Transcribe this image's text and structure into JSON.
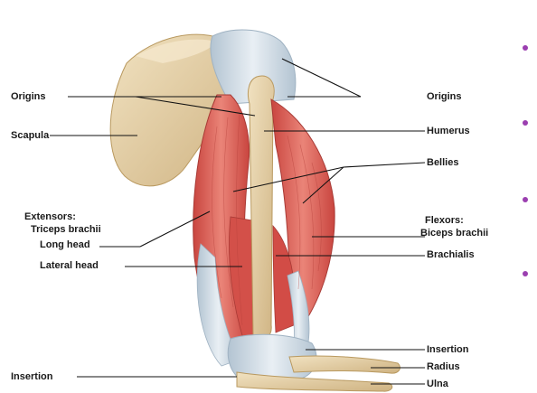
{
  "labels": {
    "origins_left": "Origins",
    "scapula": "Scapula",
    "extensors": "Extensors:",
    "triceps_brachii": "Triceps brachii",
    "long_head": "Long head",
    "lateral_head": "Lateral head",
    "insertion_left": "Insertion",
    "origins_right": "Origins",
    "humerus": "Humerus",
    "bellies": "Bellies",
    "flexors": "Flexors:",
    "biceps_brachii": "Biceps brachii",
    "brachialis": "Brachialis",
    "insertion_right": "Insertion",
    "radius": "Radius",
    "ulna": "Ulna"
  },
  "colors": {
    "bone": "#e8d3a8",
    "bone_shade": "#c9ad7a",
    "muscle": "#d9564f",
    "muscle_light": "#ec8b80",
    "tendon": "#c9d6e0",
    "bullet": "#9b3fb0",
    "leader": "#111111"
  }
}
